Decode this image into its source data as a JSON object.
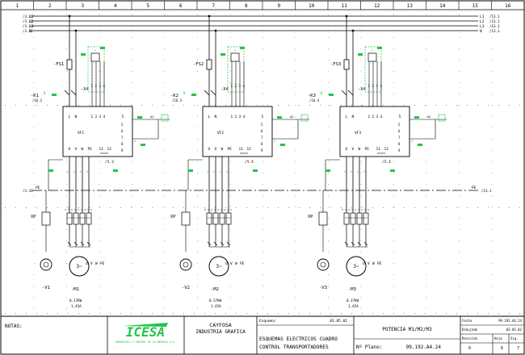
{
  "colors": {
    "line": "#000000",
    "accent": "#22c44a",
    "dot": "#8a8a8a"
  },
  "ruler": [
    "1",
    "2",
    "3",
    "4",
    "5",
    "6",
    "7",
    "8",
    "9",
    "10",
    "11",
    "12",
    "13",
    "14",
    "15",
    "16"
  ],
  "bus": [
    {
      "label": "/3.16",
      "tag": "L1",
      "ref": "/13.1"
    },
    {
      "label": "/3.16",
      "tag": "L2",
      "ref": "/13.1"
    },
    {
      "label": "/3.16",
      "tag": "L3",
      "ref": "/13.1"
    },
    {
      "label": "/3.16",
      "tag": "N",
      "ref": "/13.1"
    }
  ],
  "pe_bus": {
    "label": "/3.16",
    "tag": "PE",
    "tag_right": "PE",
    "ref": "/13.1"
  },
  "units": [
    {
      "fuse": "-FS1",
      "contactor": "-K1",
      "terminal": "-X4",
      "drive": "VF1",
      "sheet": "/5.3",
      "coil_ref": "/16.2",
      "motor": "-M1",
      "encoder": "-V1",
      "power": "0.37KW",
      "current": "1.45A",
      "plug": "XP"
    },
    {
      "fuse": "-FS2",
      "contactor": "-K2",
      "terminal": "-X4",
      "drive": "VF2",
      "sheet": "/5.4",
      "coil_ref": "/16.3",
      "motor": "-M2",
      "encoder": "-V2",
      "power": "0.37KW",
      "current": "1.45A",
      "plug": "XP"
    },
    {
      "fuse": "-FS3",
      "contactor": "-K3",
      "terminal": "-X4",
      "drive": "VF3",
      "sheet": "/5.4",
      "coil_ref": "/16.4",
      "motor": "-M3",
      "encoder": "-V3",
      "power": "0.37KW",
      "current": "1.45A",
      "plug": "XP"
    }
  ],
  "drive_pins_top": [
    "L",
    "N",
    "1",
    "2",
    "3",
    "4",
    "5"
  ],
  "drive_pins_bottom": [
    "U",
    "V",
    "W",
    "PE",
    "11",
    "12"
  ],
  "motor_pins": [
    "U",
    "V",
    "W",
    "PE"
  ],
  "motor_symbol": "3~",
  "title_block": {
    "notes_label": "NOTAS:",
    "logo": "ICESA",
    "logo_sub": "INGENIERIA Y CONTROL DE LA ENERGIA S.A.",
    "client_line1": "CAYFOSA",
    "client_line2": "INDUSTRIA GRAFICA",
    "desc_label": "Esquema:",
    "desc_date": "03.05.02",
    "desc_line1": "ESQUEMAS ELECTRICOS CUADRO",
    "desc_line2": "CONTROL TRANSPORTADORES",
    "section": "POTENCIA M1/M2/M3",
    "plan_label": "Nº Plano:",
    "plan_number": "99.192.A4.24",
    "rev_fecha_label": "Fecha",
    "rev_fecha_value": "99.192.A4.24",
    "rev_dib_label": "Dibujado",
    "rev_dib_value": "03.05.02",
    "revision_label": "Revisión",
    "revision_value": "0",
    "hoja_label": "Hoja",
    "hoja_value": "6",
    "sig_label": "Sig.",
    "sig_value": "7"
  }
}
